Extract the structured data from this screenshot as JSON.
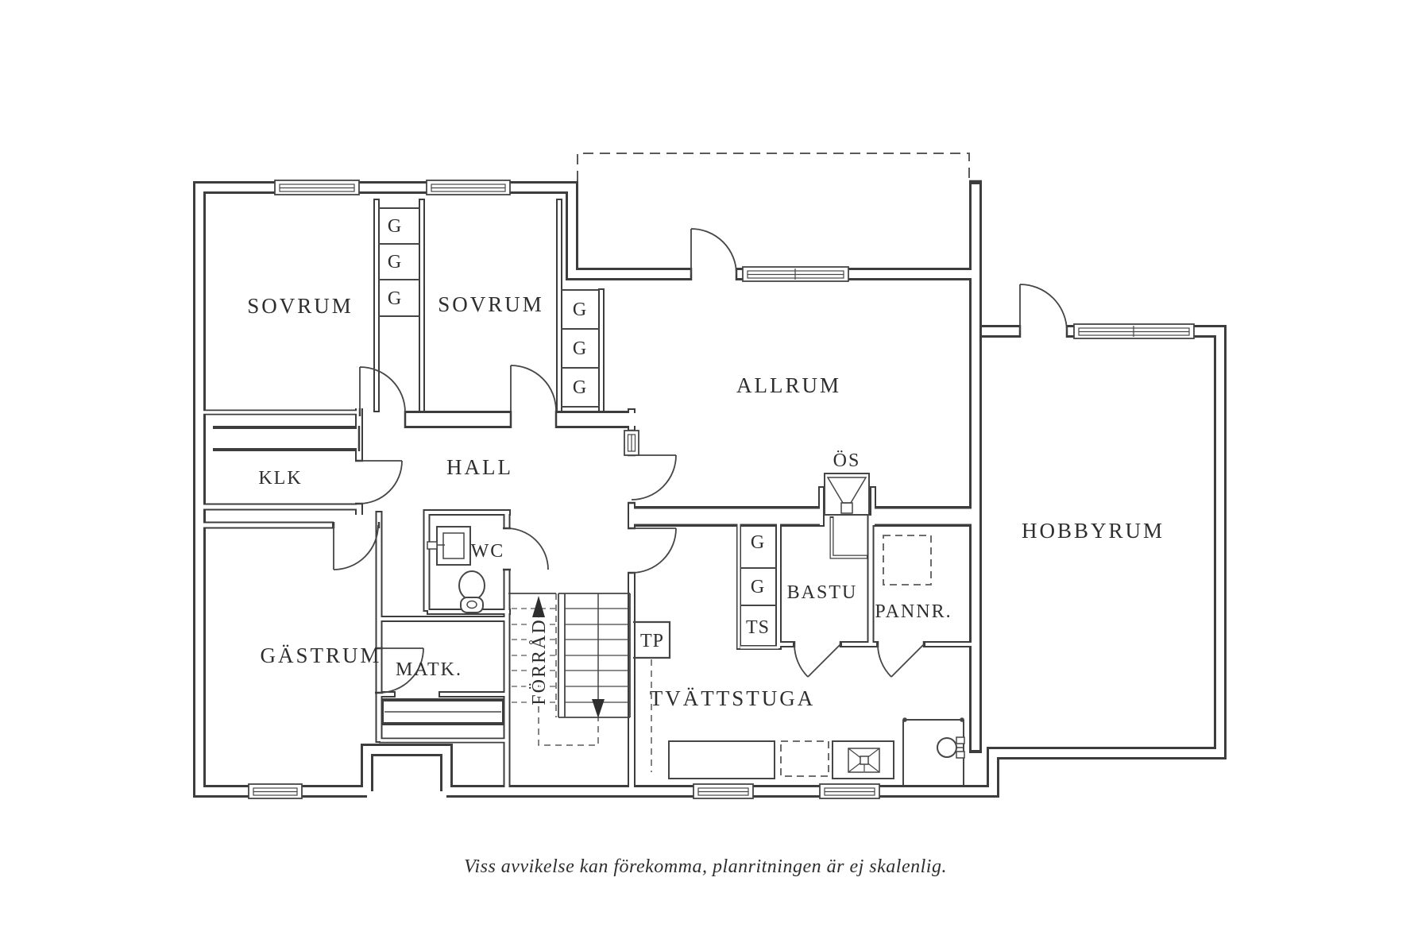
{
  "title": "Floor plan — basement level (Swedish housing plan)",
  "caption": "Viss avvikelse kan förekomma, planritningen är ej skalenlig.",
  "labels": {
    "sovrum1": "SOVRUM",
    "sovrum2": "SOVRUM",
    "allrum": "ALLRUM",
    "klk": "KLK",
    "hall": "HALL",
    "wc": "WC",
    "gastrum": "GÄSTRUM",
    "matk": "MATK.",
    "forrad": "FÖRRÅD",
    "tp": "TP",
    "tvattstuga": "TVÄTTSTUGA",
    "bastu": "BASTU",
    "pannr": "PANNR.",
    "hobbyrum": "HOBBYRUM",
    "os": "ÖS",
    "ts": "TS"
  },
  "g_units": [
    "G",
    "G",
    "G",
    "G",
    "G",
    "G",
    "G",
    "G"
  ],
  "colors": {
    "wall": "#3d3d3d",
    "text": "#2e2e2e",
    "background": "#ffffff",
    "dashed": "#5a5a5a"
  }
}
